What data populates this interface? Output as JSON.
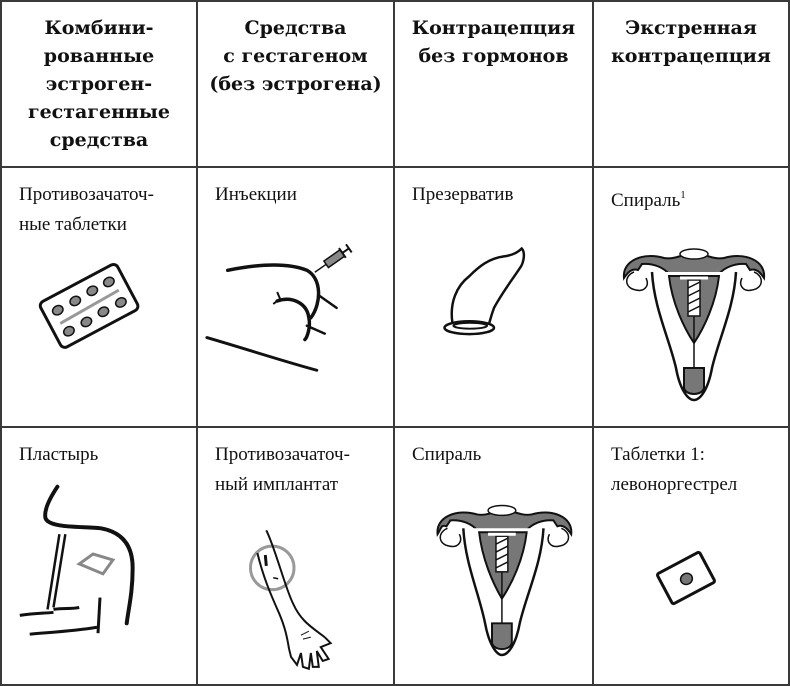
{
  "table": {
    "headers": [
      {
        "lines": [
          "Комбини-",
          "рованные",
          "эстроген-",
          "гестагенные",
          "средства"
        ]
      },
      {
        "lines": [
          "Средства",
          "с гестагеном",
          "(без эстрогена)"
        ]
      },
      {
        "lines": [
          "Контрацепция",
          "без гормонов"
        ]
      },
      {
        "lines": [
          "Экстренная",
          "контрацепция"
        ]
      }
    ],
    "rows": [
      [
        {
          "lines": [
            "Противозачаточ-",
            "ные таблетки"
          ],
          "icon": "pill-blister-icon"
        },
        {
          "lines": [
            "Инъекции"
          ],
          "icon": "injection-icon"
        },
        {
          "lines": [
            "Презерватив"
          ],
          "icon": "condom-icon"
        },
        {
          "lines": [
            "Спираль"
          ],
          "footnote": "1",
          "icon": "iud-uterus-icon"
        }
      ],
      [
        {
          "lines": [
            "Пластырь"
          ],
          "icon": "patch-icon"
        },
        {
          "lines": [
            "Противозачаточ-",
            "ный имплантат"
          ],
          "icon": "implant-arm-icon"
        },
        {
          "lines": [
            "Спираль"
          ],
          "icon": "iud-uterus-icon"
        },
        {
          "lines": [
            "Таблетки 1:",
            "левоноргестрел"
          ],
          "icon": "single-pill-icon"
        }
      ]
    ]
  },
  "colors": {
    "border": "#3a3a3a",
    "ink": "#111111",
    "gray_fill": "#7a7a7a",
    "light_gray": "#9a9a9a"
  }
}
